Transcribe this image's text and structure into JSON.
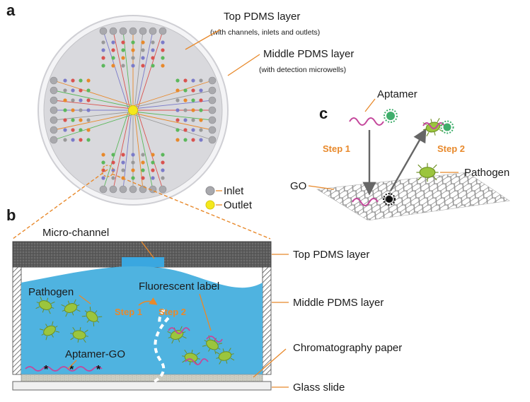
{
  "panels": {
    "a": "a",
    "b": "b",
    "c": "c"
  },
  "panel_a": {
    "top_layer_title": "Top PDMS layer",
    "top_layer_sub": "(with channels, inlets and outlets)",
    "middle_layer_title": "Middle PDMS layer",
    "middle_layer_sub": "(with detection microwells)",
    "legend": [
      {
        "label": "Inlet",
        "color": "#a9a9ad"
      },
      {
        "label": "Outlet",
        "color": "#f4e81c"
      }
    ]
  },
  "panel_b": {
    "labels": {
      "micro_channel": "Micro-channel",
      "top_pdms": "Top PDMS layer",
      "middle_pdms": "Middle PDMS layer",
      "chromatography": "Chromatography paper",
      "glass": "Glass slide",
      "pathogen": "Pathogen",
      "fluorescent": "Fluorescent label",
      "aptamer_go": "Aptamer-GO",
      "step1": "Step 1",
      "step2": "Step 2"
    }
  },
  "panel_c": {
    "labels": {
      "aptamer": "Aptamer",
      "step1": "Step 1",
      "step2": "Step 2",
      "pathogen": "Pathogen",
      "go": "GO"
    }
  },
  "colors": {
    "leader": "#e8892b",
    "step": "#e8892b",
    "fluid": "#4fb3e0",
    "aptamer": "#c4479b",
    "pathogen": "#9bc53d",
    "dye": "#3fae6b",
    "arrow": "#666666"
  }
}
